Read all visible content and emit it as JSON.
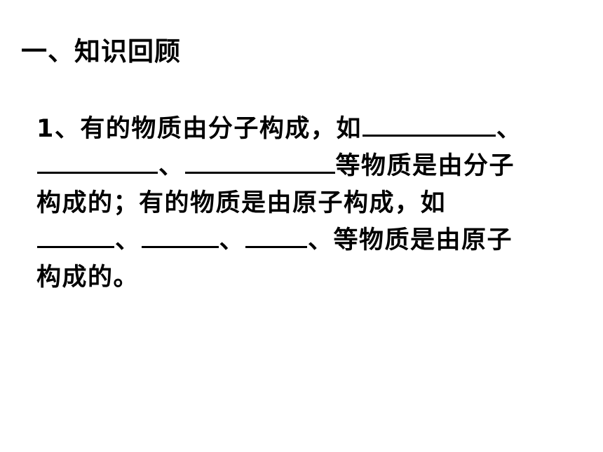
{
  "slide": {
    "title": "一、知识回顾",
    "question": {
      "line1_text": "1、有的物质由分子构成，如",
      "line1_sep": "、",
      "line2_sep": "、",
      "line2_text": "等物质是由分子",
      "line3_text": "构成的；有的物质是由原子构成，如",
      "line4_sep1": "、",
      "line4_sep2": "、",
      "line4_text": "、等物质是由原子",
      "line5_text": "构成的。"
    }
  }
}
